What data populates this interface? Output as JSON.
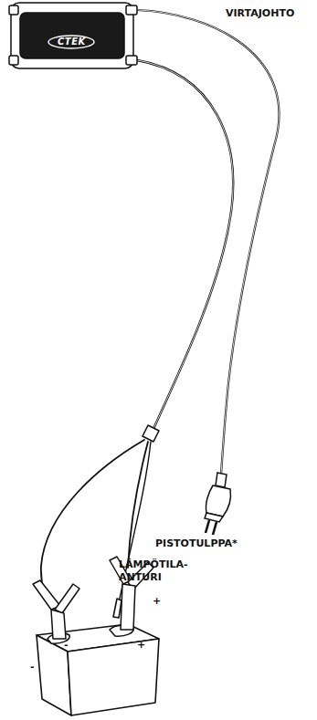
{
  "diagram": {
    "labels": [
      "VIRTAJOHTO",
      "CTEK",
      "PISTOTULPPA*",
      "LÄMPÖTILA- ANTURI",
      "-",
      "+",
      "-",
      "+"
    ]
  }
}
